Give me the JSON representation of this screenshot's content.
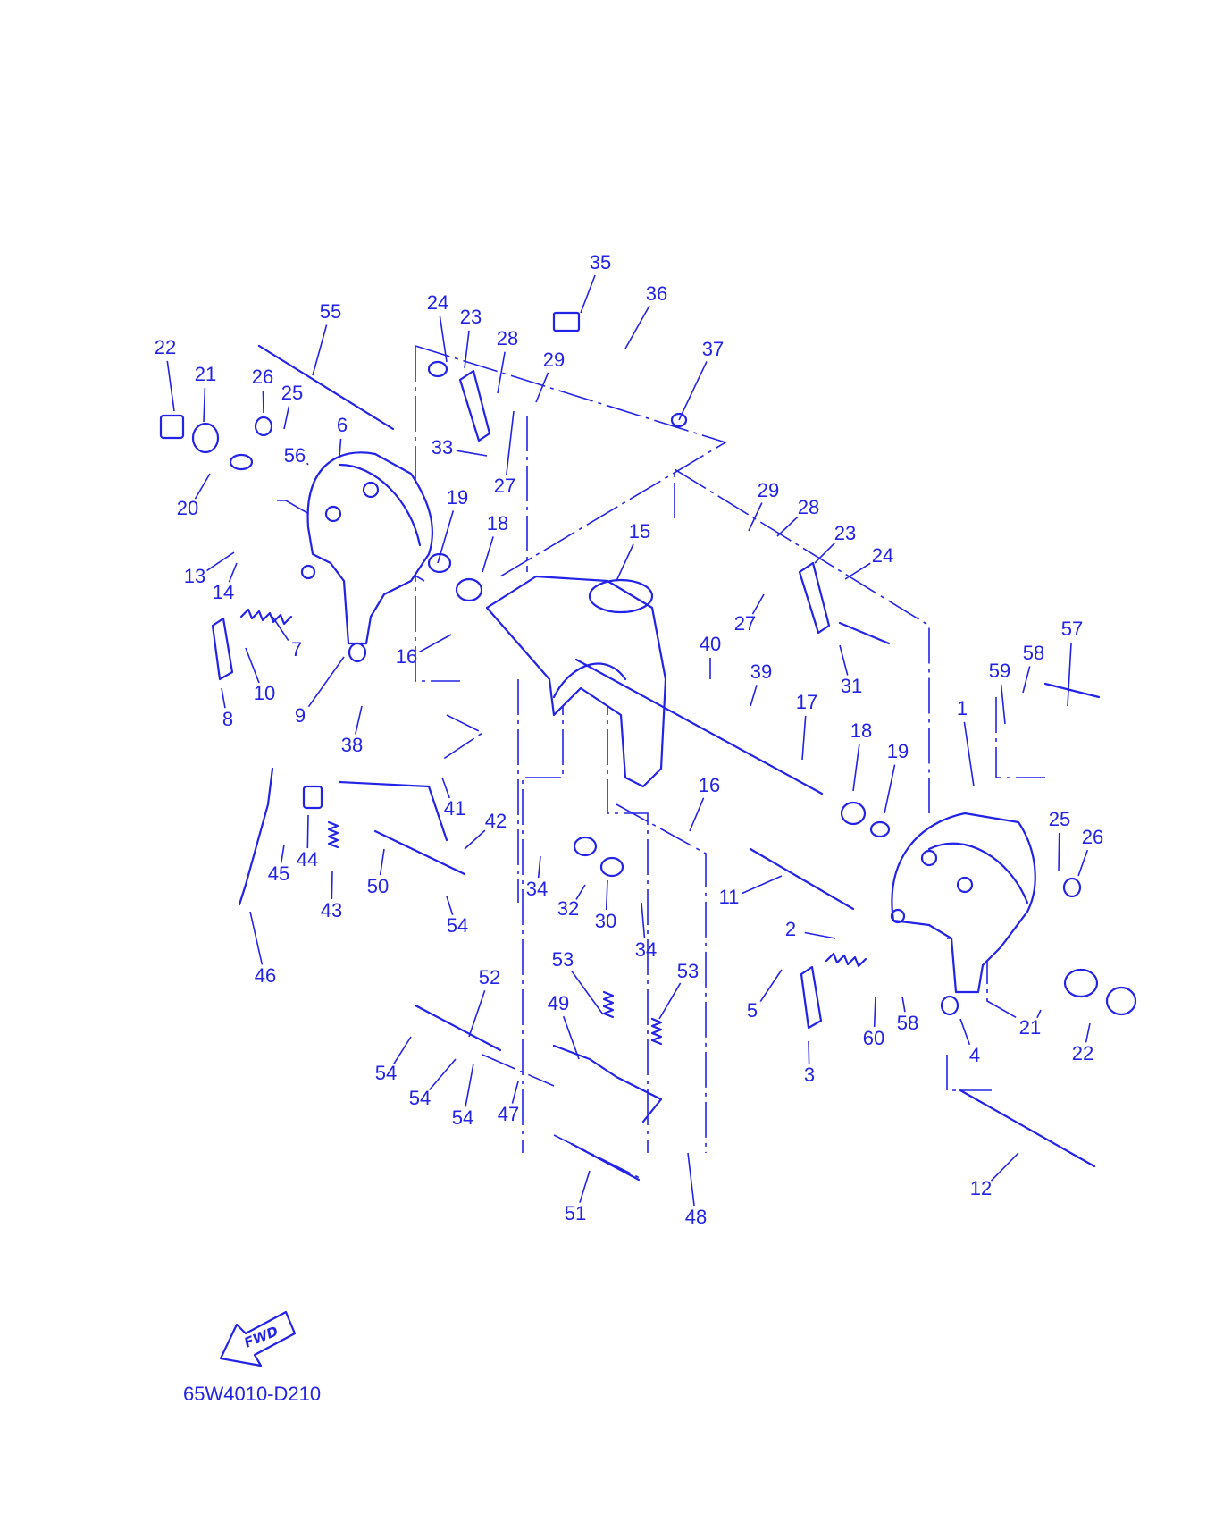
{
  "diagram": {
    "code": "65W4010-D210",
    "fwd_label": "FWD",
    "color": "#2323e6",
    "callouts": [
      "35",
      "36",
      "37",
      "24",
      "23",
      "28",
      "29",
      "55",
      "22",
      "21",
      "26",
      "25",
      "6",
      "56",
      "33",
      "27",
      "20",
      "19",
      "18",
      "15",
      "13",
      "14",
      "7",
      "16",
      "10",
      "8",
      "9",
      "29",
      "28",
      "23",
      "24",
      "27",
      "31",
      "40",
      "39",
      "17",
      "57",
      "58",
      "59",
      "1",
      "38",
      "41",
      "42",
      "18",
      "19",
      "16",
      "25",
      "26",
      "44",
      "45",
      "43",
      "50",
      "34",
      "32",
      "30",
      "34",
      "11",
      "54",
      "46",
      "2",
      "53",
      "53",
      "52",
      "49",
      "5",
      "60",
      "58",
      "21",
      "22",
      "3",
      "4",
      "54",
      "54",
      "54",
      "47",
      "12",
      "51",
      "48"
    ]
  }
}
